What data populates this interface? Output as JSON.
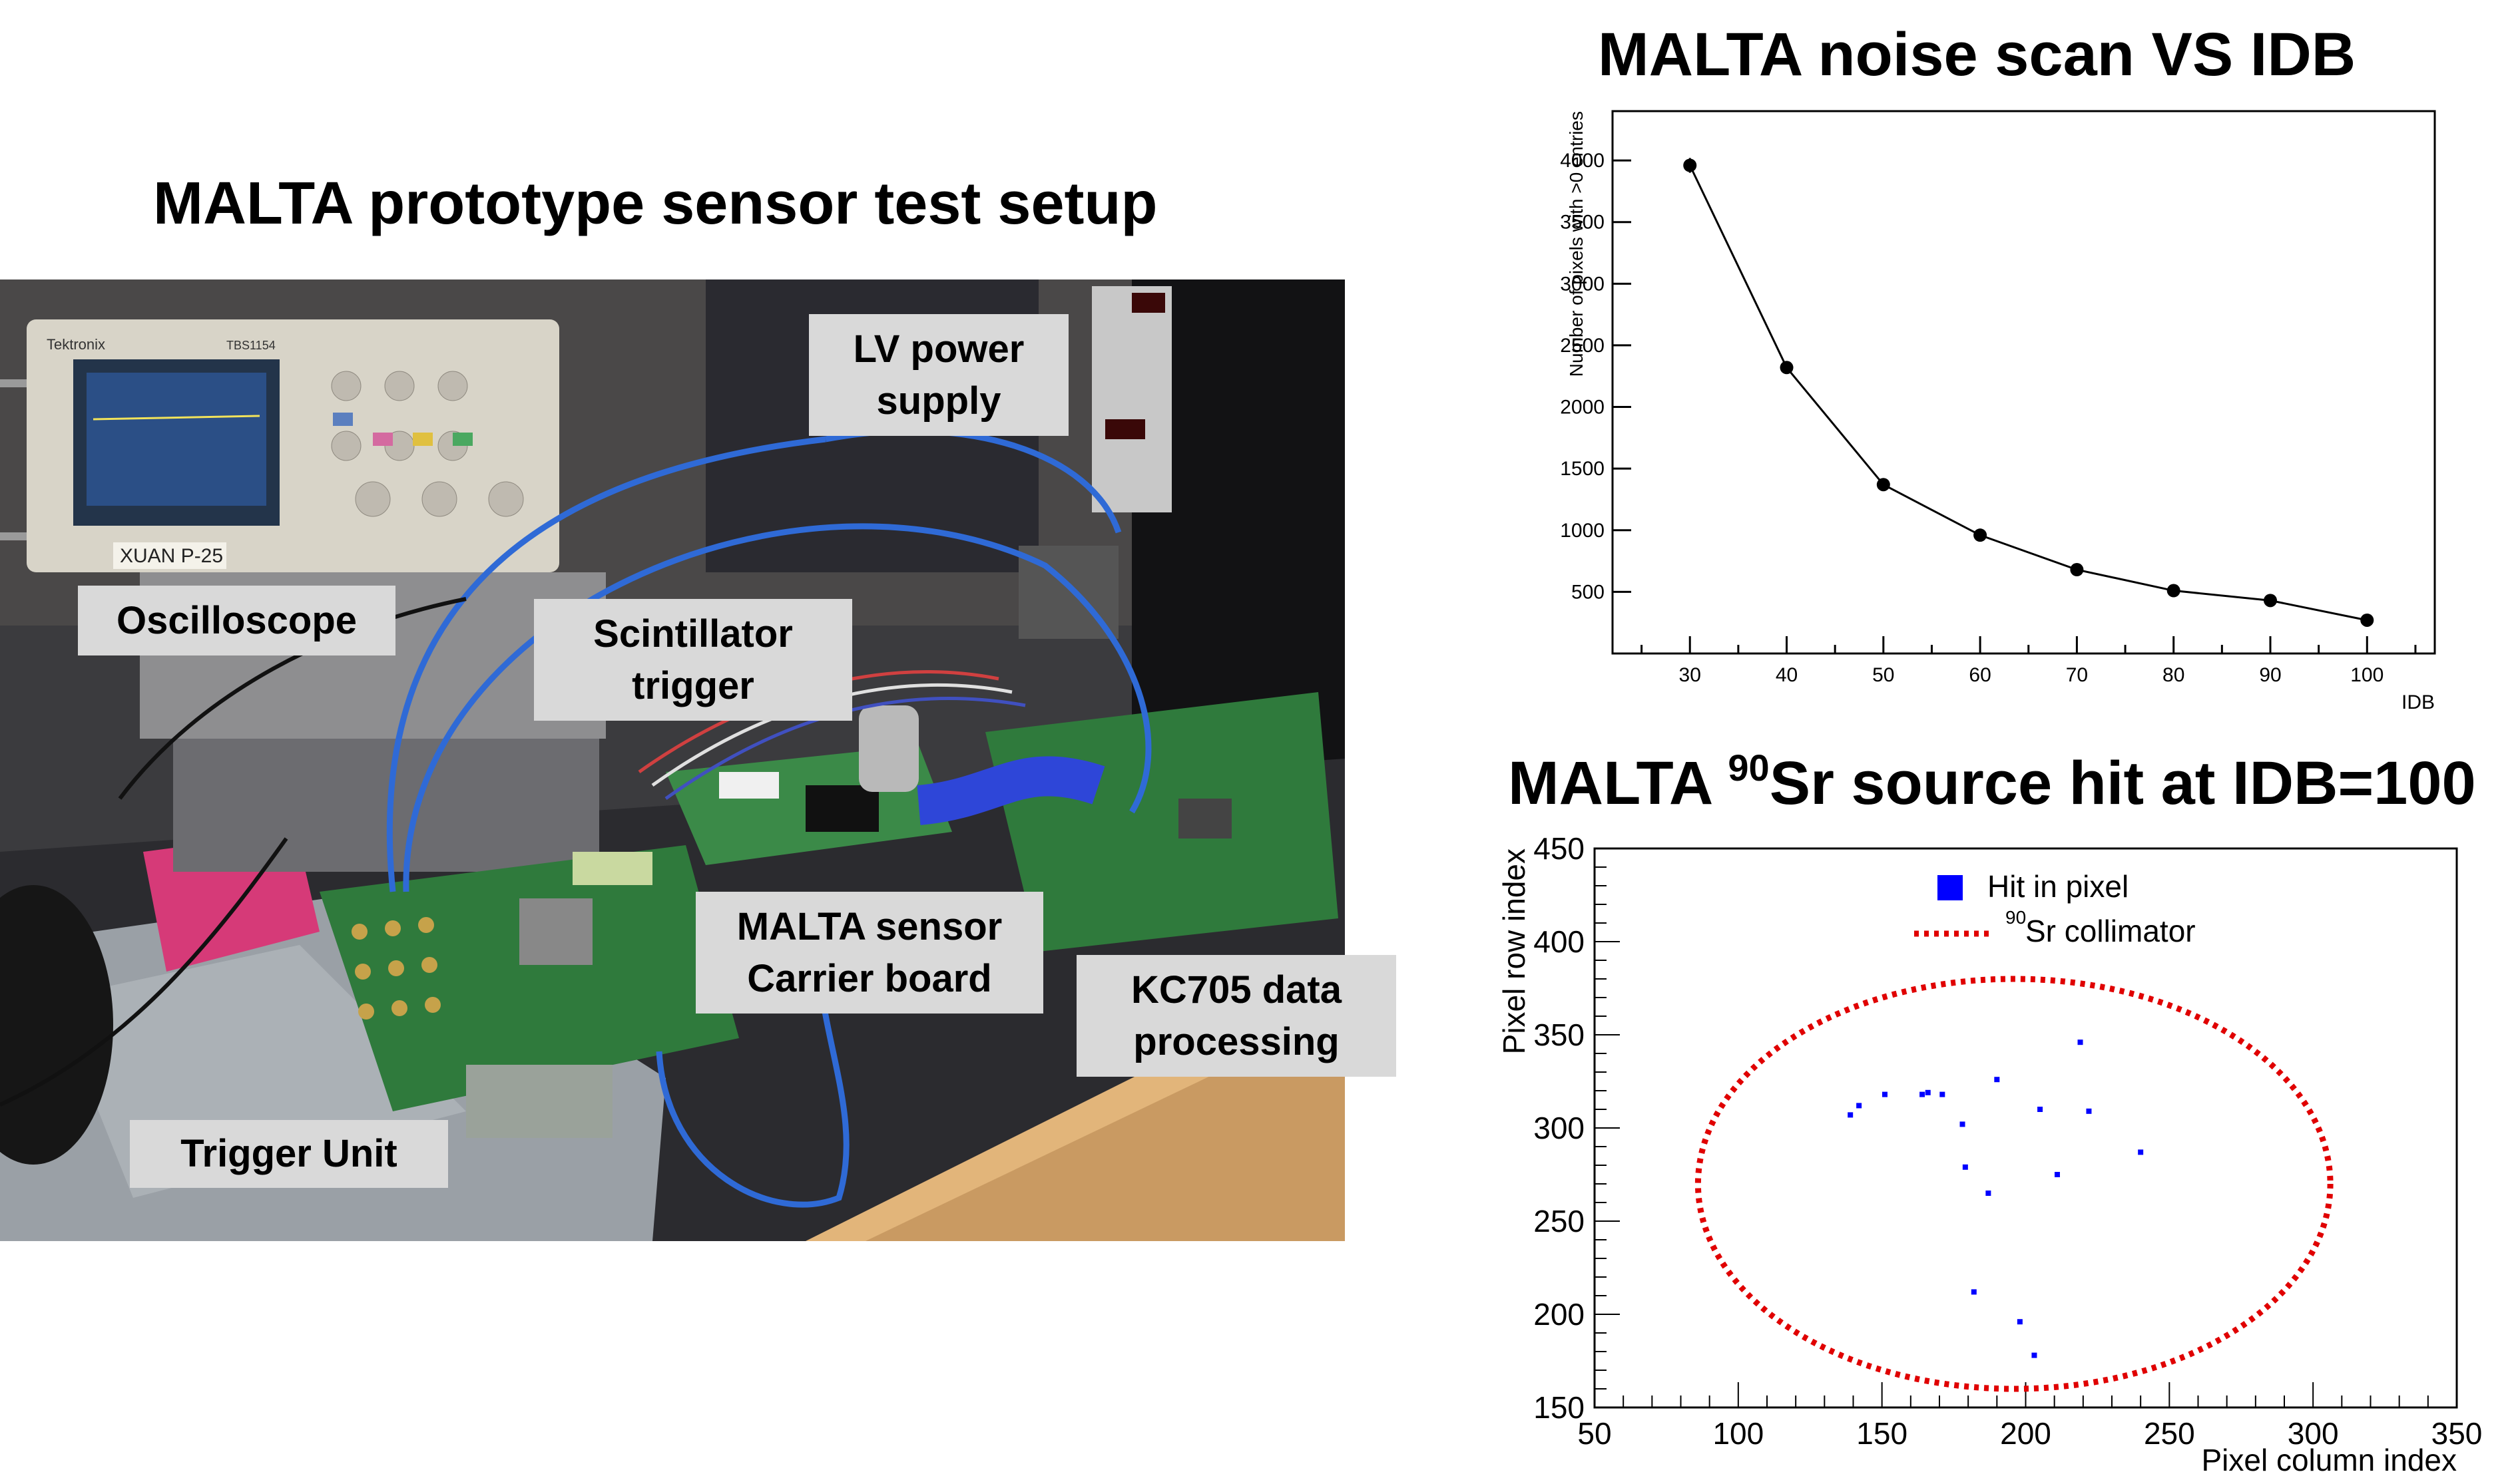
{
  "setup": {
    "title": "MALTA prototype sensor test setup",
    "labels": {
      "oscilloscope": "Oscilloscope",
      "scintillator": [
        "Scintillator",
        "trigger"
      ],
      "lv_power": [
        "LV power",
        "supply"
      ],
      "malta_sensor": [
        "MALTA sensor",
        "Carrier board"
      ],
      "kc705": [
        "KC705 data",
        "processing"
      ],
      "trigger_unit": "Trigger Unit"
    },
    "instrument_text": {
      "brand": "Tektronix",
      "model": "TBS1154",
      "tag": "XUAN P-25"
    }
  },
  "chart_data": [
    {
      "type": "line",
      "title": "MALTA noise scan VS IDB",
      "xlabel": "IDB",
      "ylabel": "Number of pixels with >0 entries",
      "xlim": [
        22,
        107
      ],
      "ylim": [
        0,
        4400
      ],
      "xticks": [
        30,
        40,
        50,
        60,
        70,
        80,
        90,
        100
      ],
      "yticks": [
        500,
        1000,
        1500,
        2000,
        2500,
        3000,
        3500,
        4000
      ],
      "markers": true,
      "error_bars": true,
      "x": [
        30,
        40,
        50,
        60,
        70,
        80,
        90,
        100
      ],
      "y": [
        3960,
        2320,
        1370,
        960,
        680,
        510,
        430,
        270
      ],
      "yerr": [
        60,
        45,
        30,
        20,
        15,
        12,
        10,
        10
      ]
    },
    {
      "type": "scatter",
      "title_prefix": "MALTA ",
      "title_sup": "90",
      "title_suffix": "Sr source hit at IDB=100",
      "xlabel": "Pixel column index",
      "ylabel": "Pixel row index",
      "xlim": [
        50,
        350
      ],
      "ylim": [
        150,
        450
      ],
      "xticks": [
        50,
        100,
        150,
        200,
        250,
        300,
        350
      ],
      "yticks": [
        150,
        200,
        250,
        300,
        350,
        400,
        450
      ],
      "legend": {
        "position": "top-center",
        "hit_label": "Hit in pixel",
        "collimator_sup": "90",
        "collimator_label": "Sr collimator"
      },
      "series": [
        {
          "name": "Hit in pixel",
          "color": "#0000ff",
          "points": [
            [
              139,
              307
            ],
            [
              142,
              312
            ],
            [
              151,
              318
            ],
            [
              164,
              318
            ],
            [
              166,
              319
            ],
            [
              171,
              318
            ],
            [
              178,
              302
            ],
            [
              179,
              279
            ],
            [
              182,
              212
            ],
            [
              187,
              265
            ],
            [
              190,
              326
            ],
            [
              198,
              196
            ],
            [
              203,
              178
            ],
            [
              205,
              310
            ],
            [
              211,
              275
            ],
            [
              219,
              346
            ],
            [
              222,
              309
            ],
            [
              240,
              287
            ]
          ]
        }
      ],
      "collimator": {
        "color": "#e00000",
        "center": [
          196,
          270
        ],
        "radius_x": 110,
        "radius_y": 110
      }
    }
  ]
}
